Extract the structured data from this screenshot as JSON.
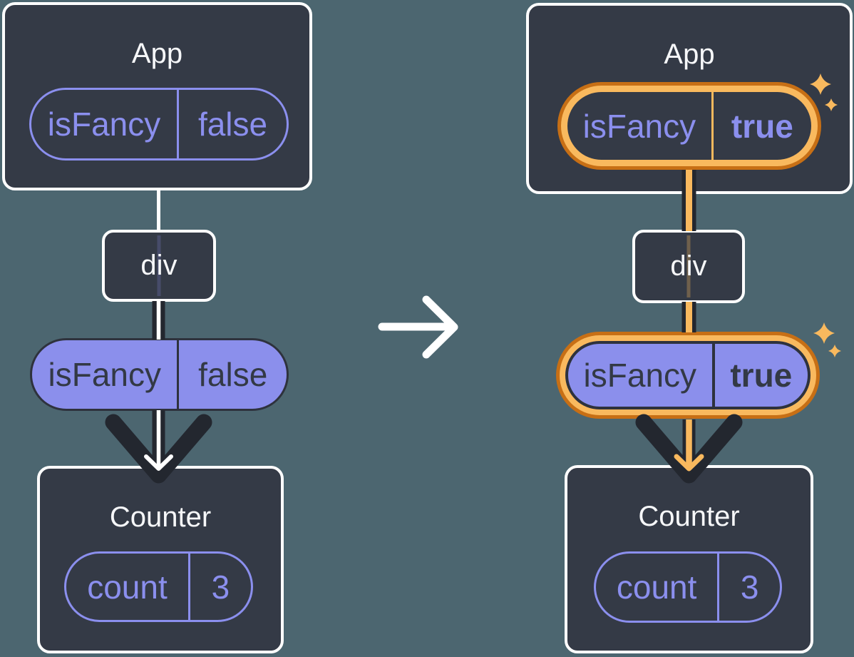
{
  "colors": {
    "background": "#4C6670",
    "box_fill": "#343A46",
    "box_border": "#FFFFFF",
    "purple_stroke": "#8B8FEE",
    "purple_fill": "#8B8FEC",
    "dark_text": "#333945",
    "arrow_dark": "#23272F",
    "highlight_orange": "#F9B95E",
    "highlight_orange_dark": "#C76F15",
    "title_text": "#F6F7F9"
  },
  "before": {
    "app": {
      "title": "App",
      "state_name": "isFancy",
      "state_value": "false"
    },
    "div_label": "div",
    "prop": {
      "name": "isFancy",
      "value": "false"
    },
    "counter": {
      "title": "Counter",
      "state_name": "count",
      "state_value": "3"
    }
  },
  "after": {
    "app": {
      "title": "App",
      "state_name": "isFancy",
      "state_value": "true"
    },
    "div_label": "div",
    "prop": {
      "name": "isFancy",
      "value": "true"
    },
    "counter": {
      "title": "Counter",
      "state_name": "count",
      "state_value": "3"
    }
  },
  "icons": {
    "transition_arrow": "right-arrow",
    "sparkles": "four-point-stars"
  }
}
